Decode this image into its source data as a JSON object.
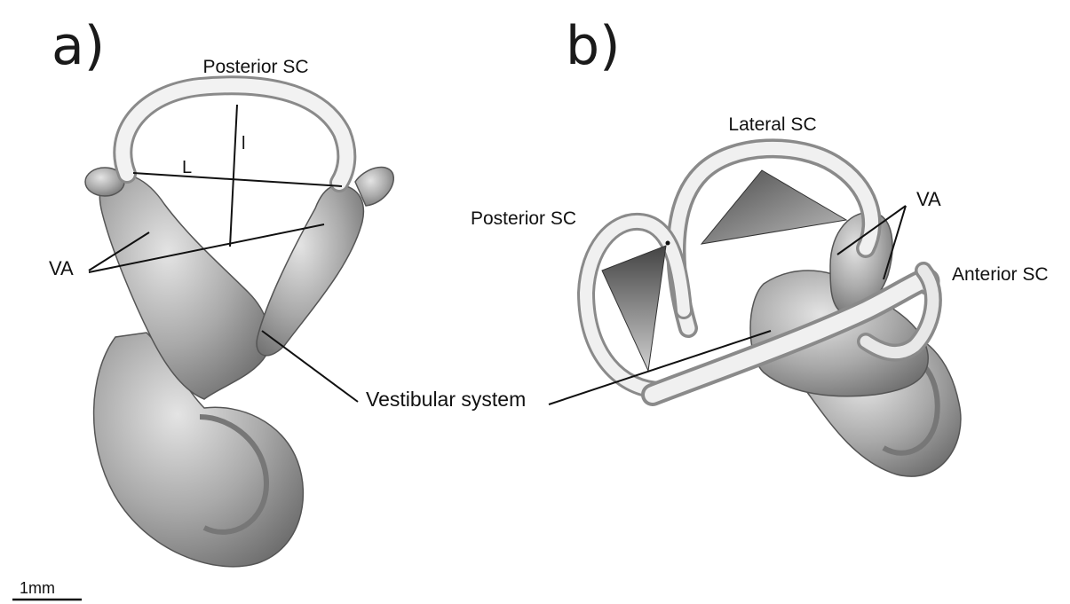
{
  "panels": {
    "a": {
      "letter": "a)",
      "labels": {
        "posterior_sc": "Posterior SC",
        "height_mark": "l",
        "width_mark": "L",
        "va": "VA",
        "vestibular": "Vestibular system"
      }
    },
    "b": {
      "letter": "b)",
      "labels": {
        "lateral_sc": "Lateral SC",
        "posterior_sc": "Posterior SC",
        "va": "VA",
        "anterior_sc": "Anterior SC"
      }
    }
  },
  "scale_bar": {
    "label": "1mm"
  }
}
